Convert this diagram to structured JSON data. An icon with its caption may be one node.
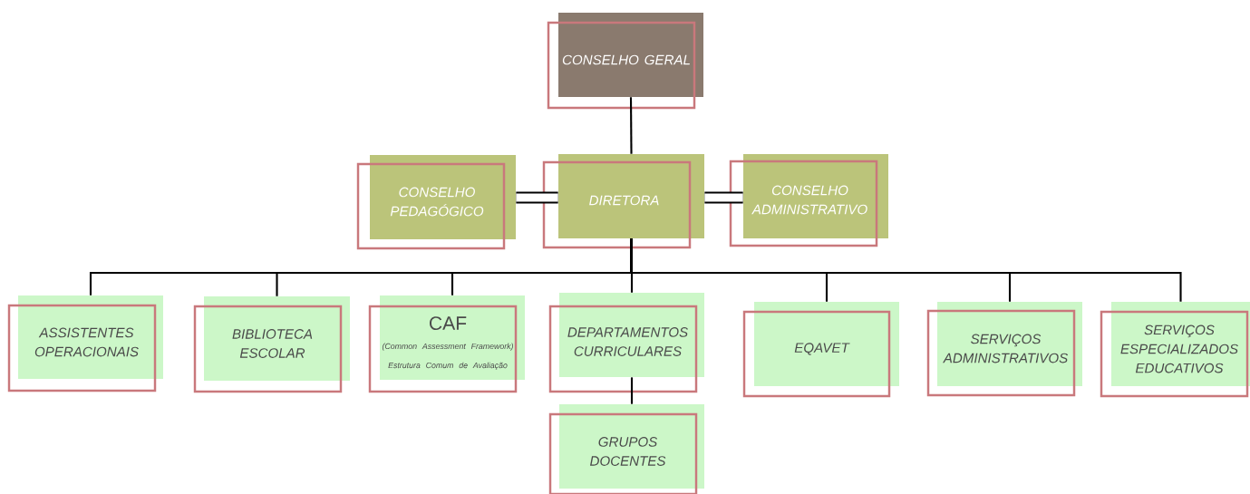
{
  "diagram": {
    "nodes": [
      {
        "text": [
          "CONSELHO GERAL"
        ]
      },
      {
        "text": [
          "CONSELHO PEDAGÓGICO"
        ]
      },
      {
        "text": [
          "DIRETORA"
        ]
      },
      {
        "text": [
          "CONSELHO ADMINISTRATIVO"
        ]
      },
      {
        "text": [
          "ASSISTENTES OPERACIONAIS"
        ]
      },
      {
        "text": [
          "BIBLIOTECA ESCOLAR"
        ]
      },
      {
        "text": [
          "CAF",
          "(Common Assessment Framework) Estrutura Comum de Avaliação"
        ]
      },
      {
        "text": [
          "DEPARTAMENTOS CURRICULARES"
        ]
      },
      {
        "text": [
          "EQAVET"
        ]
      },
      {
        "text": [
          "SERVIÇOS ADMINISTRATIVOS"
        ]
      },
      {
        "text": [
          "SERVIÇOS ESPECIALIZADOS EDUCATIVOS"
        ]
      },
      {
        "text": [
          "GRUPOS DOCENTES"
        ]
      }
    ],
    "edges": [
      {
        "from": 0,
        "to": 2,
        "arrow": "none"
      },
      {
        "from": 1,
        "to": 2,
        "arrow": "none",
        "style": "thick"
      },
      {
        "from": 2,
        "to": 3,
        "arrow": "none",
        "style": "thick"
      },
      {
        "from": 2,
        "to": 4,
        "arrow": "none"
      },
      {
        "from": 2,
        "to": 5,
        "arrow": "none"
      },
      {
        "from": 2,
        "to": 6,
        "arrow": "none"
      },
      {
        "from": 2,
        "to": 7,
        "arrow": "none"
      },
      {
        "from": 2,
        "to": 8,
        "arrow": "none"
      },
      {
        "from": 2,
        "to": 9,
        "arrow": "none"
      },
      {
        "from": 2,
        "to": 10,
        "arrow": "none"
      },
      {
        "from": 7,
        "to": 11,
        "arrow": "none"
      }
    ]
  }
}
